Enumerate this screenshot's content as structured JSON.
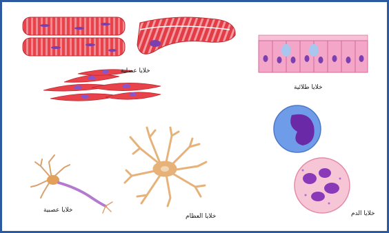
{
  "labels": {
    "muscle": "خلايا عضلية",
    "epithelial": "خلايا طلائية",
    "nerve": "خلايا عصبية",
    "bone": "خلايا العظام",
    "blood": "خلايا الدم"
  },
  "colors": {
    "border": "#2b5aa0",
    "muscle": "#e8424a",
    "muscle_stripe": "#f7a3a8",
    "nucleus": "#7b3fb0",
    "epithelial": "#f4a6c8",
    "bone": "#e6b27a",
    "nerve_axon": "#b47ad0",
    "blood_lymph": "#6f9ce8",
    "blood_neutro": "#f7c6d6"
  }
}
